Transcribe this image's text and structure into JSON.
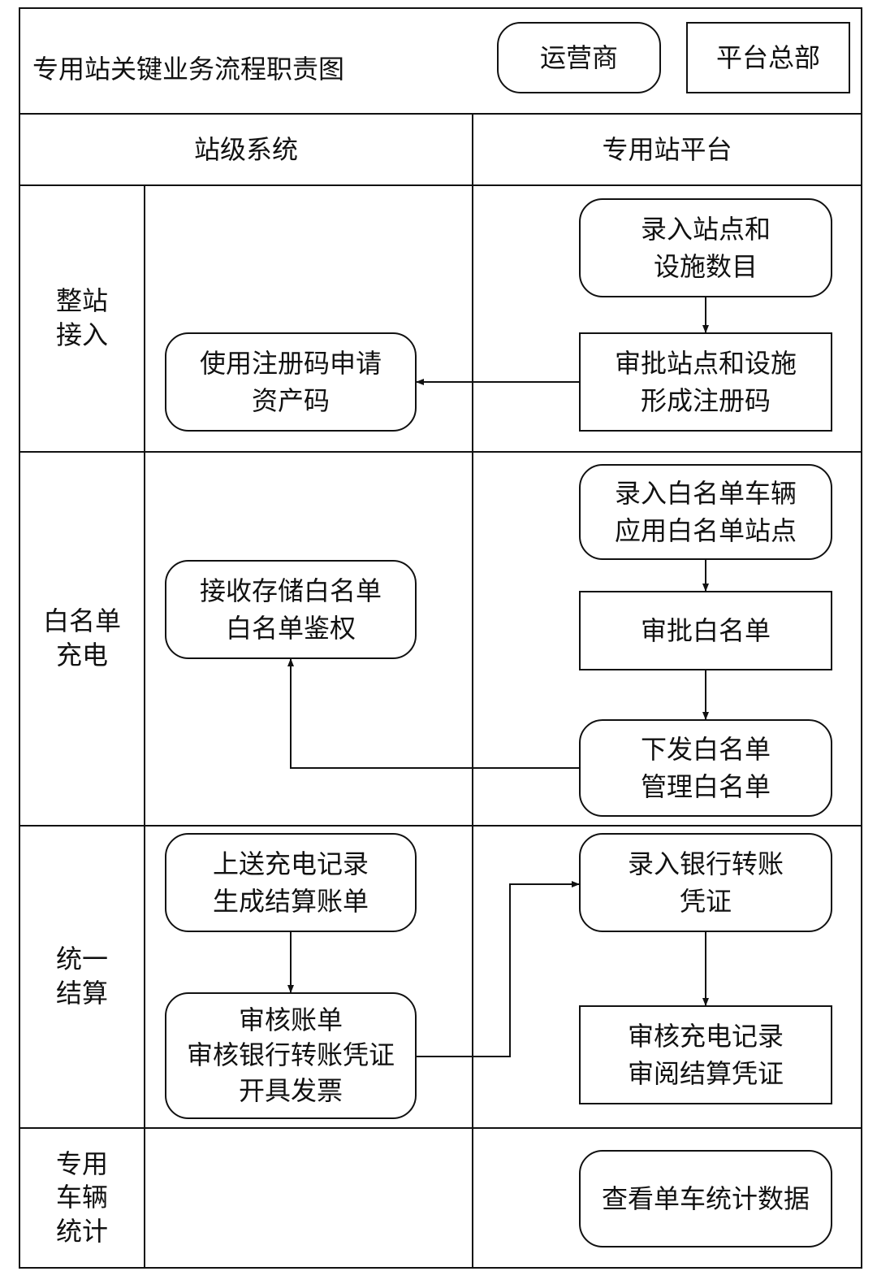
{
  "title": "专用站关键业务流程职责图",
  "legend": {
    "operator": "运营商",
    "hq": "平台总部"
  },
  "columns": {
    "station": "站级系统",
    "platform": "专用站平台"
  },
  "lanes": {
    "access": "整站\n接入",
    "whitelist": "白名单\n充电",
    "settlement": "统一\n结算",
    "stats": "专用\n车辆\n统计"
  },
  "nodes": {
    "enter_station": "录入站点和\n设施数目",
    "approve_station": "审批站点和设施\n形成注册码",
    "apply_asset": "使用注册码申请\n资产码",
    "enter_whitelist": "录入白名单车辆\n应用白名单站点",
    "approve_whitelist": "审批白名单",
    "issue_whitelist": "下发白名单\n管理白名单",
    "receive_whitelist": "接收存储白名单\n白名单鉴权",
    "upload_records": "上送充电记录\n生成结算账单",
    "audit_bills": "审核账单\n审核银行转账凭证\n开具发票",
    "enter_transfer": "录入银行转账\n凭证",
    "audit_records": "审核充电记录\n审阅结算凭证",
    "view_stats": "查看单车统计数据"
  }
}
